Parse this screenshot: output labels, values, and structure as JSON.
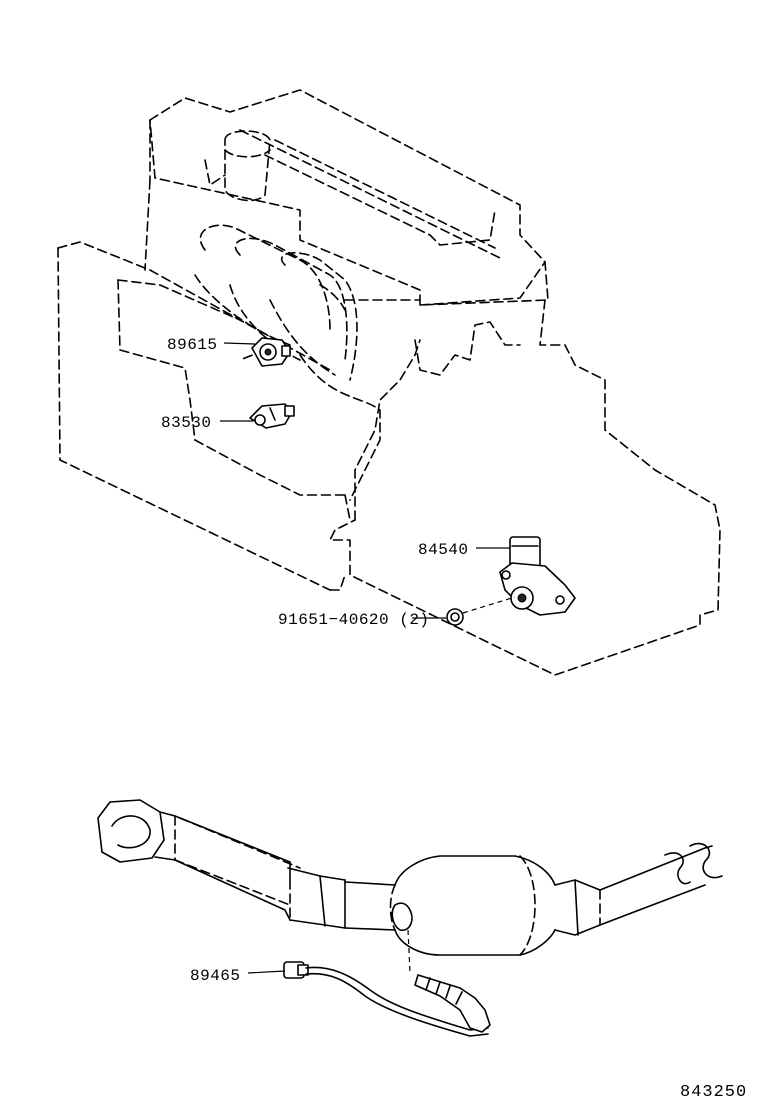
{
  "parts": {
    "p89615": "89615",
    "p83530": "83530",
    "p84540": "84540",
    "p91651": "91651−40620 (2)",
    "p89465": "89465"
  },
  "figure_ref": "843250"
}
